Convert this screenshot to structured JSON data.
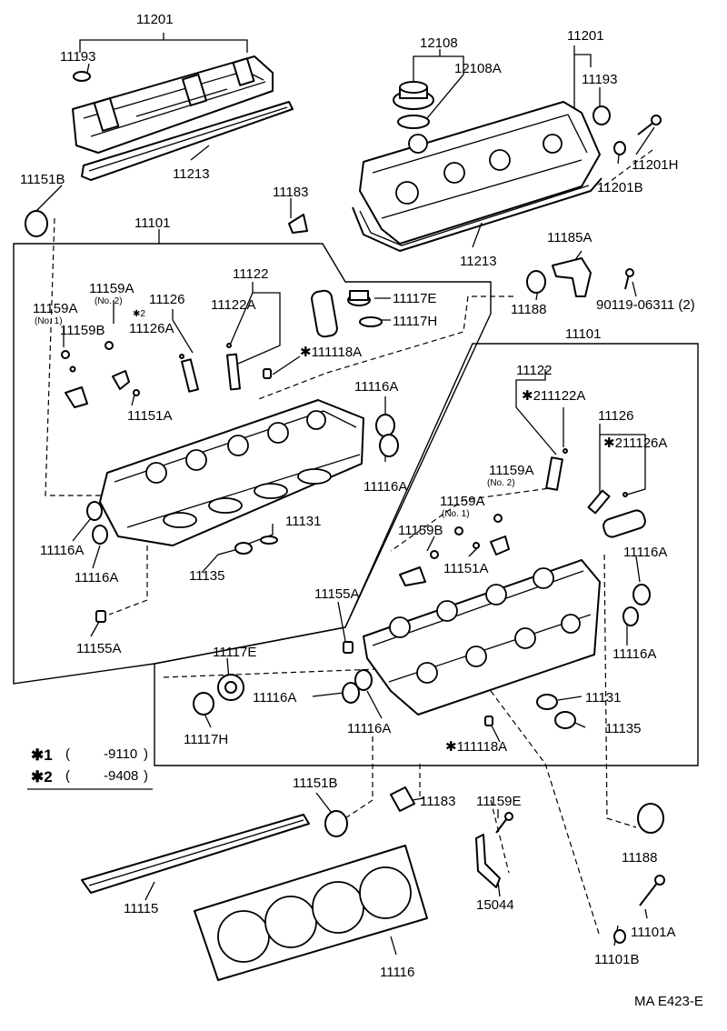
{
  "labels": {
    "l_11201_top": "11201",
    "l_11193_top": "11193",
    "l_11213_top": "11213",
    "l_12108": "12108",
    "l_12108A": "12108A",
    "l_11201_right": "11201",
    "l_11193_right": "11193",
    "l_11201H": "11201H",
    "l_11201B": "11201B",
    "l_11213_right": "11213",
    "l_11151B_top": "11151B",
    "l_11183_top": "11183",
    "l_11101_left": "11101",
    "l_11185A": "11185A",
    "l_11188_top": "11188",
    "l_90119": "90119-06311 (2)",
    "l_11159A_no2": "11159A",
    "l_11159A_no1": "11159A",
    "l_11159B_left": "11159B",
    "l_11126_left": "11126",
    "l_11126A_left": "11126A",
    "l_11122_left": "11122",
    "l_11122A_left": "11122A",
    "l_11117E_top": "11117E",
    "l_11117H_top": "11117H",
    "l_11118A_top": "✱111118A",
    "l_11101_right": "11101",
    "l_11151A_left": "11151A",
    "l_11116A_a": "11116A",
    "l_11116A_b": "11116A",
    "l_11122_right": "11122",
    "l_211122A": "✱211122A",
    "l_11126_right": "11126",
    "l_211126A": "✱211126A",
    "l_11159A_no2_r": "11159A",
    "l_11159A_no1_r": "11159A",
    "l_11159B_right": "11159B",
    "l_11116A_c": "11116A",
    "l_11116A_d": "11116A",
    "l_11131_left": "11131",
    "l_11135_left": "11135",
    "l_11151A_right": "11151A",
    "l_11116A_e": "11116A",
    "l_11116A_f": "11116A",
    "l_11155A_left": "11155A",
    "l_11155A_mid": "11155A",
    "l_11117E_bottom": "11117E",
    "l_11116A_g": "11116A",
    "l_11116A_h": "11116A",
    "l_11131_right": "11131",
    "l_11135_right": "11135",
    "l_11117H_bottom": "11117H",
    "l_11118A_bottom": "✱111118A",
    "l_11151B_bottom": "11151B",
    "l_11183_bottom": "11183",
    "l_11159E": "11159E",
    "l_11188_bottom": "11188",
    "l_11115": "11115",
    "l_15044": "15044",
    "l_11101A": "11101A",
    "l_11101B": "11101B",
    "l_11116": "11116",
    "ref_code": "MA E423-E"
  },
  "subs": {
    "no2": "(No. 2)",
    "no1": "(No. 1)",
    "mark2": "✱2",
    "no2_r": "(No. 2)",
    "no1_r": "(No. 1)"
  },
  "legend": {
    "row1_mark": "✱1",
    "row1_range": "-9110",
    "row2_mark": "✱2",
    "row2_range": "-9408"
  }
}
